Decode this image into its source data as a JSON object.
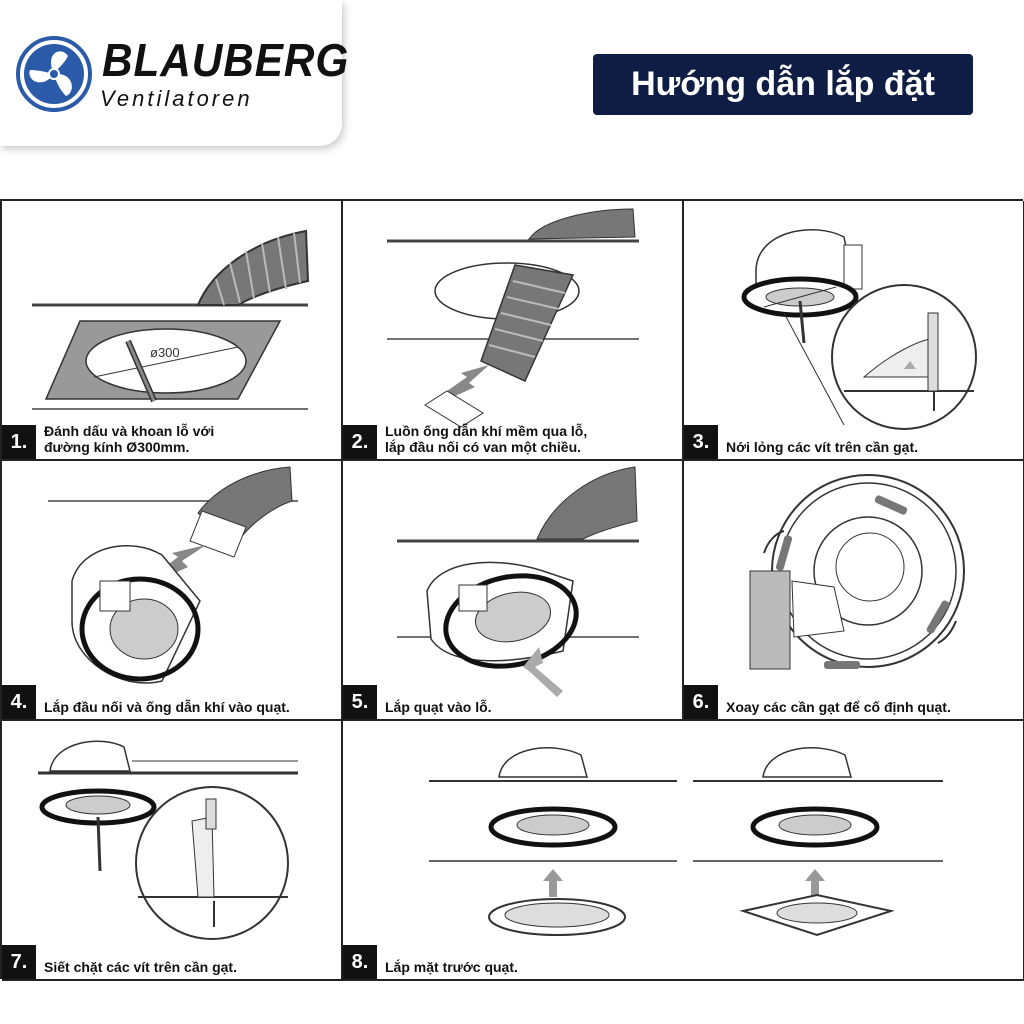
{
  "brand": {
    "name": "BLAUBERG",
    "tagline": "Ventilatoren",
    "logo_icon": "fan-logo-icon",
    "accent": "#2a5aa8"
  },
  "title": "Hướng dẫn lắp đặt",
  "title_bg": "#0f1d44",
  "steps": [
    {
      "number": "1.",
      "line1": "Đánh dấu và khoan lỗ với",
      "line2": "đường kính Ø300mm.",
      "figure_label": "ø300"
    },
    {
      "number": "2.",
      "line1": "Luồn ống dẫn khí mềm qua lỗ,",
      "line2": "lắp đầu nối có van một chiều."
    },
    {
      "number": "3.",
      "line1": "Nới lỏng các vít trên cần gạt.",
      "line2": ""
    },
    {
      "number": "4.",
      "line1": "Lắp đầu nối và ống dẫn khí vào quạt.",
      "line2": ""
    },
    {
      "number": "5.",
      "line1": "Lắp quạt vào lỗ.",
      "line2": ""
    },
    {
      "number": "6.",
      "line1": "Xoay các cần gạt để cố định quạt.",
      "line2": ""
    },
    {
      "number": "7.",
      "line1": "Siết chặt các vít trên cần gạt.",
      "line2": ""
    },
    {
      "number": "8.",
      "line1": "Lắp mặt trước quạt.",
      "line2": ""
    }
  ]
}
